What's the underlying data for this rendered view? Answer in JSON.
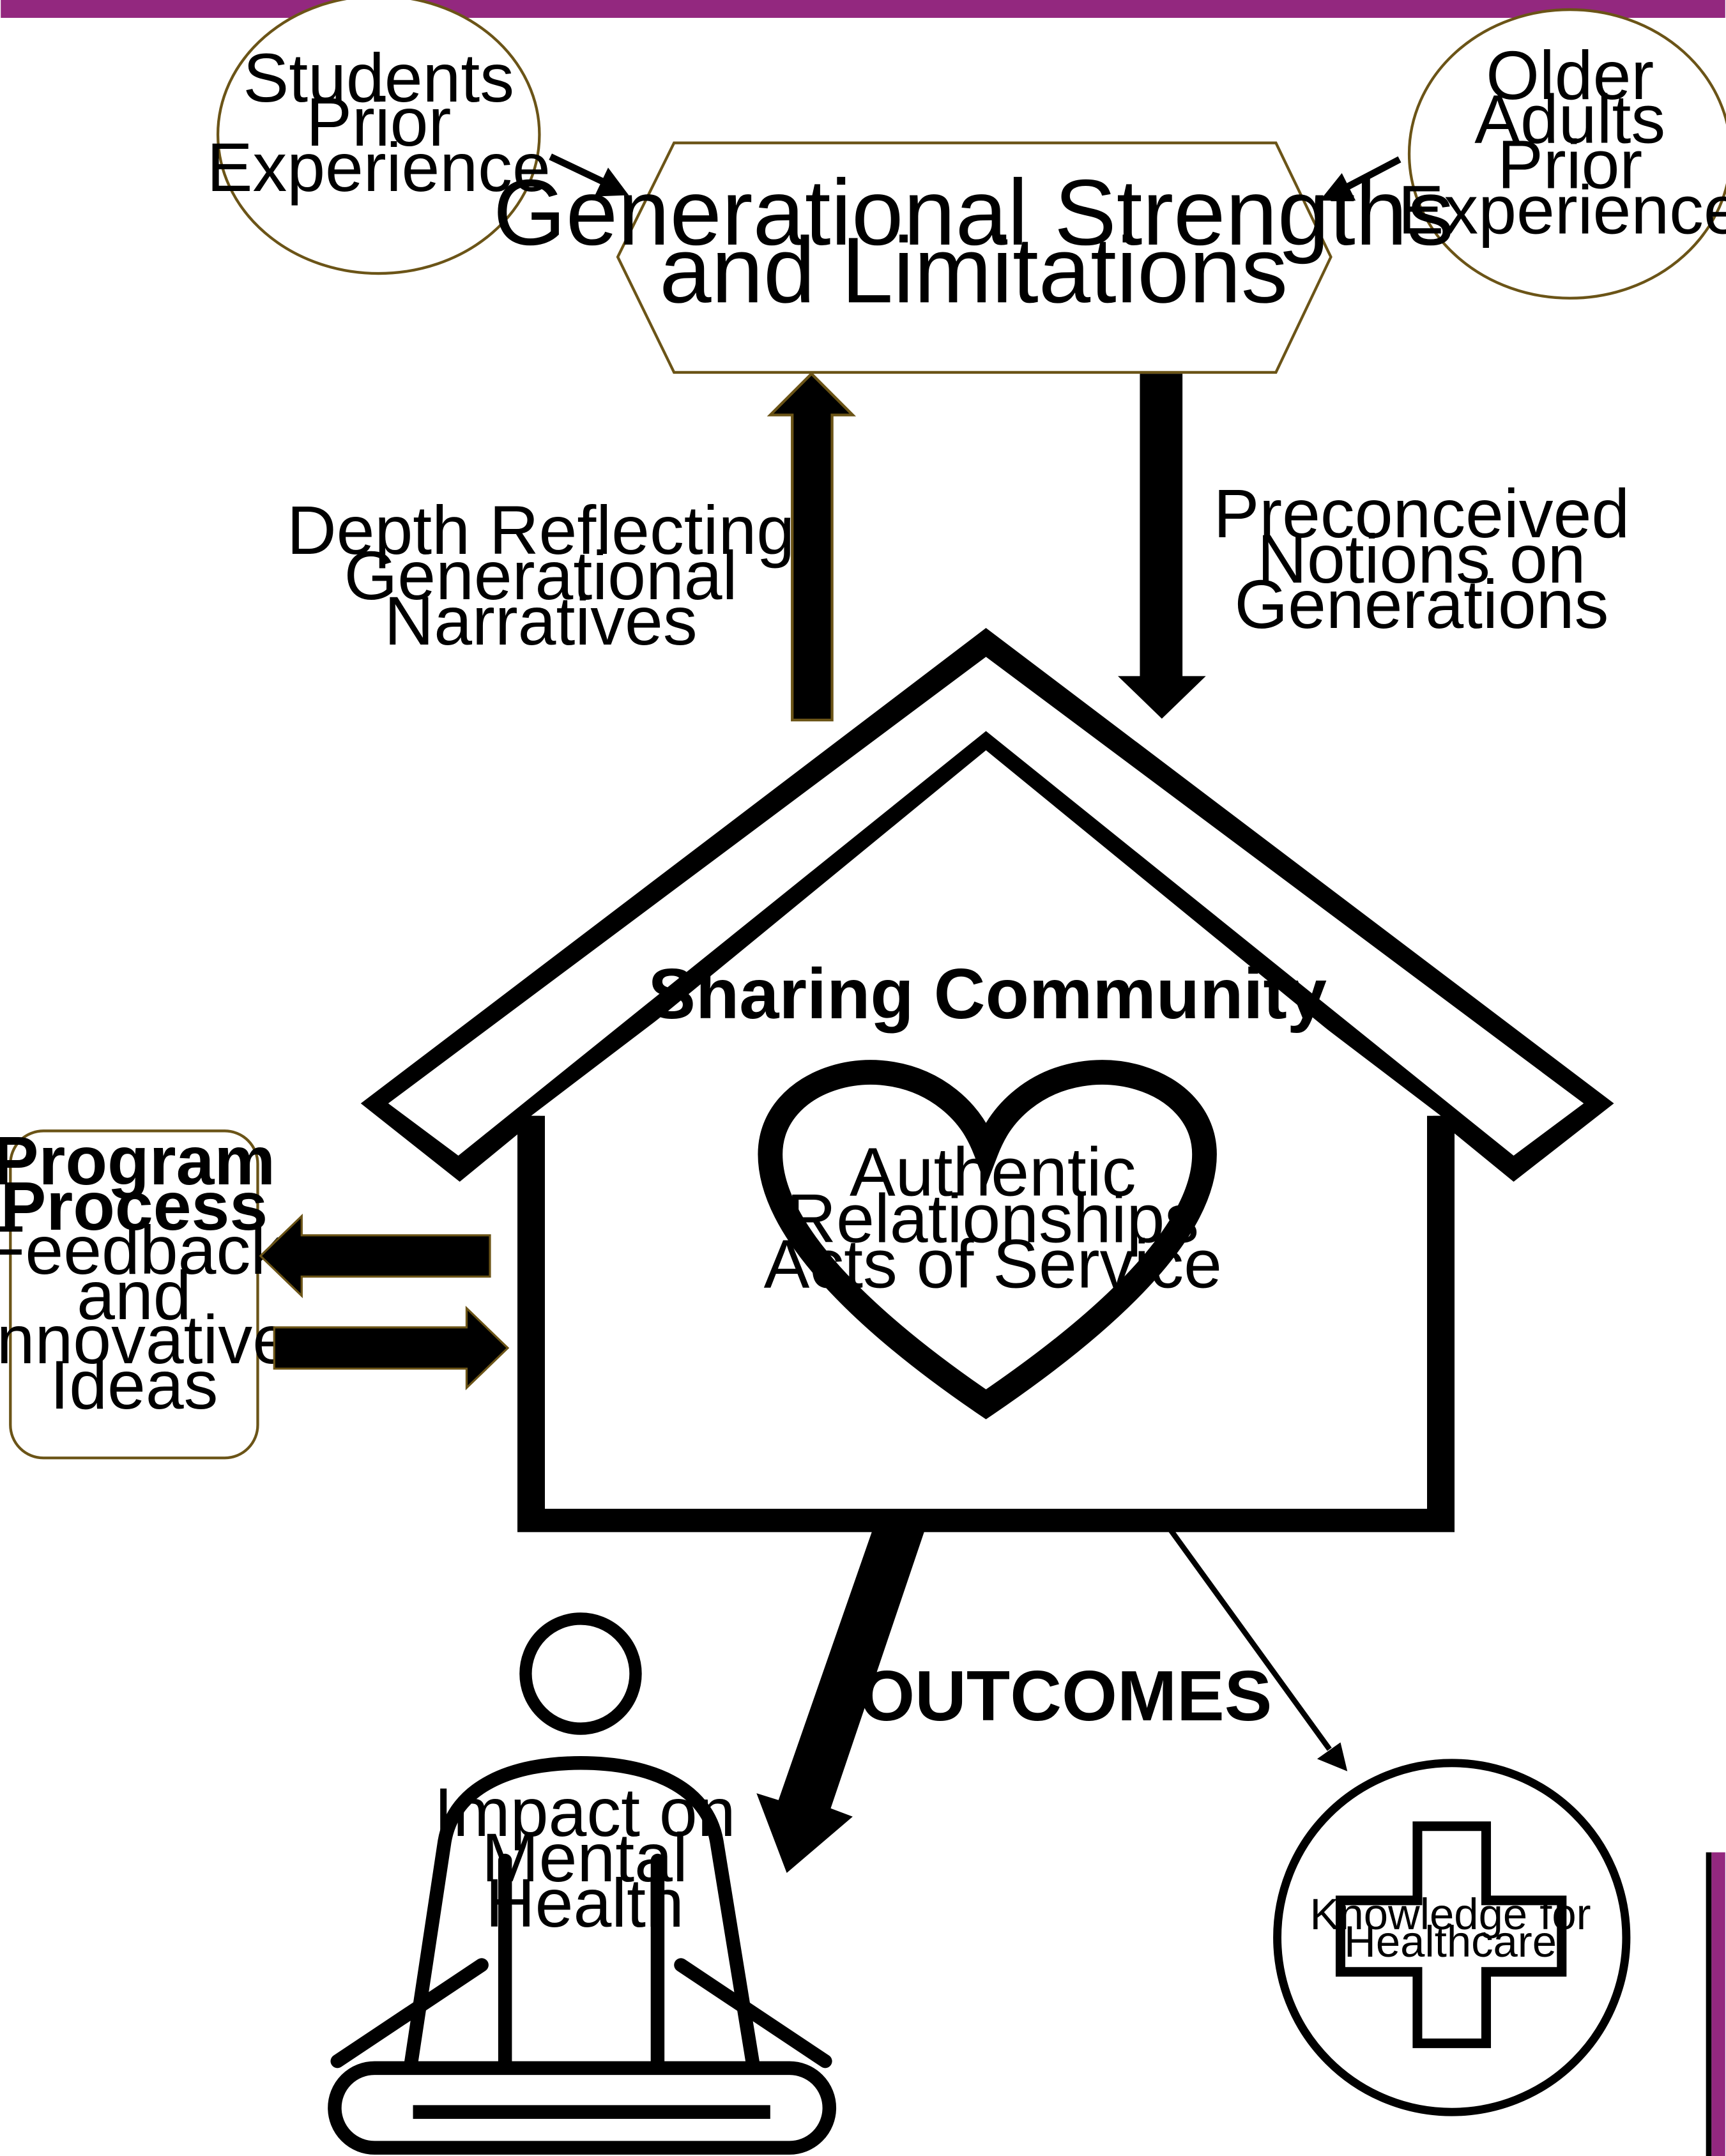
{
  "colors": {
    "top_bar": "#93287f",
    "right_accent": "#93287f",
    "gold_outline": "#6b5417",
    "ink": "#000000"
  },
  "students_ellipse": {
    "lines": [
      "Students",
      "Prior",
      "Experience"
    ]
  },
  "older_adults_ellipse": {
    "lines": [
      "Older",
      "Adults",
      "Prior",
      "Experience"
    ]
  },
  "hexagon": {
    "lines": [
      "Generational Strengths",
      "and Limitations"
    ]
  },
  "up_arrow_label": {
    "lines": [
      "Depth Reflecting",
      "Generational",
      "Narratives"
    ]
  },
  "down_arrow_label": {
    "lines": [
      "Preconceived",
      "Notions on",
      "Generations"
    ]
  },
  "house": {
    "title": "Sharing Community",
    "heart_lines": [
      "Authentic",
      "Relationships",
      "Acts of Service"
    ]
  },
  "program_box": {
    "bold_lines": [
      "Program",
      "Process"
    ],
    "lines": [
      "Feedback",
      "and",
      "Innovative",
      "Ideas"
    ]
  },
  "outcomes_label": "OUTCOMES",
  "person": {
    "lines": [
      "Impact on",
      "Mental",
      "Health"
    ]
  },
  "healthcare": {
    "lines": [
      "Knowledge for",
      "Healthcare"
    ]
  }
}
